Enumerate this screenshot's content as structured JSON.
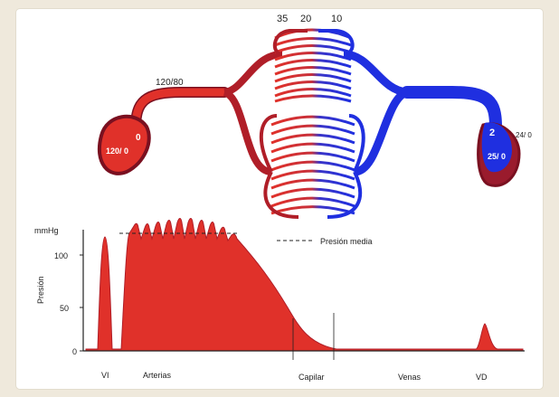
{
  "diagram": {
    "top_labels": [
      "35",
      "20",
      "10"
    ],
    "arterial_pressure": "120/80",
    "left_heart_inner": "0",
    "left_heart_label": "120/ 0",
    "right_heart_inner": "2",
    "right_heart_label": "25/ 0",
    "right_heart_side": "24/ 0"
  },
  "chart": {
    "y_unit": "mmHg",
    "y_axis_title": "Presión",
    "y_ticks": [
      "100",
      "50",
      "0"
    ],
    "legend": "Presión media",
    "x_labels": [
      "VI",
      "Arterias",
      "Capilar",
      "Venas",
      "VD"
    ]
  },
  "colors": {
    "arterial": "#e0312a",
    "venous": "#1f2fe0",
    "outline": "#7a1020",
    "curve": "#e0312a"
  }
}
